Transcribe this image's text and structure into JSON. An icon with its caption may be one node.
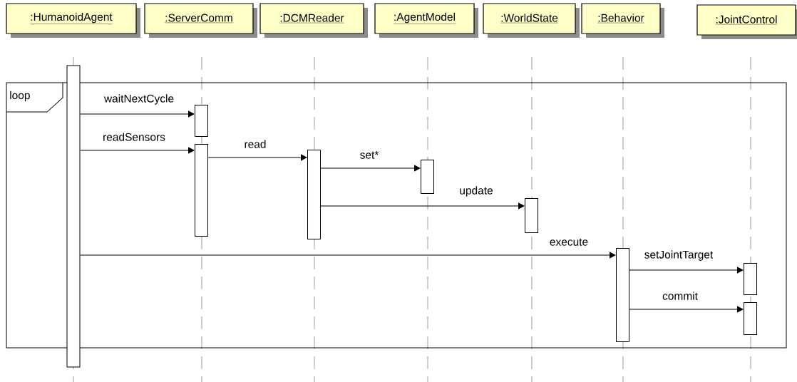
{
  "diagram": {
    "nodes": [
      {
        "text": [
          ":HumanoidAgent"
        ]
      },
      {
        "text": [
          ":ServerComm"
        ]
      },
      {
        "text": [
          ":DCMReader"
        ]
      },
      {
        "text": [
          ":AgentModel"
        ]
      },
      {
        "text": [
          ":WorldState"
        ]
      },
      {
        "text": [
          ":Behavior"
        ]
      },
      {
        "text": [
          ":JointControl"
        ]
      },
      {
        "text": [
          "loop"
        ]
      },
      {
        "text": [],
        "shape": "bar"
      },
      {
        "text": [],
        "shape": "bar",
        "in": 7
      },
      {
        "text": [],
        "shape": "bar",
        "in": 7
      },
      {
        "text": [],
        "shape": "bar",
        "in": 7
      },
      {
        "text": [],
        "shape": "bar",
        "in": 7
      },
      {
        "text": [],
        "shape": "bar",
        "in": 7
      },
      {
        "text": [],
        "shape": "bar",
        "in": 7
      },
      {
        "text": [],
        "shape": "bar",
        "in": 7
      },
      {
        "text": [],
        "shape": "bar",
        "in": 7
      }
    ],
    "edges": [
      {
        "from": 8,
        "to": 9,
        "arrow": "to",
        "label": "waitNextCycle"
      },
      {
        "from": 8,
        "to": 10,
        "arrow": "to",
        "label": "readSensors"
      },
      {
        "from": 10,
        "to": 11,
        "arrow": "to",
        "label": "read"
      },
      {
        "from": 11,
        "to": 12,
        "arrow": "to",
        "label": "set*"
      },
      {
        "from": 11,
        "to": 13,
        "arrow": "to",
        "label": "update"
      },
      {
        "from": 8,
        "to": 14,
        "arrow": "to",
        "label": "execute"
      },
      {
        "from": 14,
        "to": 15,
        "arrow": "to",
        "label": "setJointTarget"
      },
      {
        "from": 14,
        "to": 16,
        "arrow": "to",
        "label": "commit"
      }
    ]
  }
}
